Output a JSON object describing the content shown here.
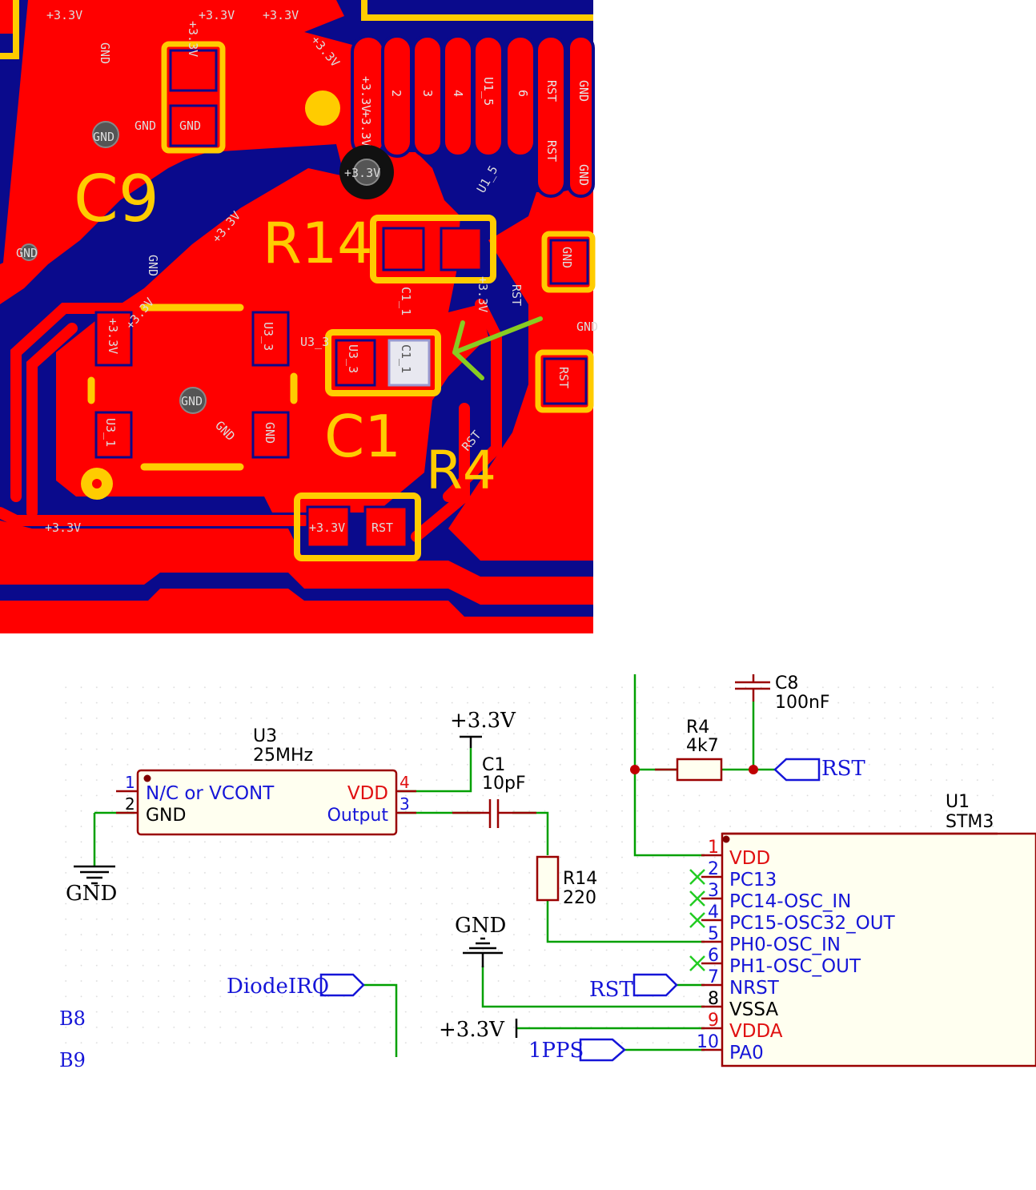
{
  "pcb": {
    "ref_c9": "C9",
    "ref_r14": "R14",
    "ref_c1": "C1",
    "ref_r4": "R4",
    "net_33v": "+3.3V",
    "net_gnd": "GND",
    "net_rst": "RST",
    "net_u1_5": "U1_5",
    "net_u3_3": "U3_3",
    "net_u3_1": "U3_1",
    "net_c1_1": "C1_1",
    "header_pins": [
      "+3.3V",
      "2",
      "3",
      "4",
      "U1_5",
      "6",
      "RST",
      "GND"
    ],
    "colors": {
      "copper": "#ff0000",
      "background": "#0a0a8c",
      "silkscreen": "#ffcc00",
      "highlight_arrow": "#88cc22"
    }
  },
  "schematic": {
    "u3": {
      "ref": "U3",
      "value": "25MHz",
      "pins": [
        {
          "num": "1",
          "name": "N/C or VCONT"
        },
        {
          "num": "2",
          "name": "GND"
        },
        {
          "num": "4",
          "name": "VDD"
        },
        {
          "num": "3",
          "name": "Output"
        }
      ]
    },
    "c1": {
      "ref": "C1",
      "value": "10pF"
    },
    "c8": {
      "ref": "C8",
      "value": "100nF"
    },
    "r4": {
      "ref": "R4",
      "value": "4k7"
    },
    "r14": {
      "ref": "R14",
      "value": "220"
    },
    "u1": {
      "ref": "U1",
      "value_partial": "STM3",
      "pins": [
        {
          "num": "1",
          "name": "VDD",
          "color": "red"
        },
        {
          "num": "2",
          "name": "PC13",
          "color": "blue"
        },
        {
          "num": "3",
          "name": "PC14-OSC_IN",
          "color": "blue"
        },
        {
          "num": "4",
          "name": "PC15-OSC32_OUT",
          "color": "blue"
        },
        {
          "num": "5",
          "name": "PH0-OSC_IN",
          "color": "blue"
        },
        {
          "num": "6",
          "name": "PH1-OSC_OUT",
          "color": "blue"
        },
        {
          "num": "7",
          "name": "NRST",
          "color": "blue"
        },
        {
          "num": "8",
          "name": "VSSA",
          "color": "black"
        },
        {
          "num": "9",
          "name": "VDDA",
          "color": "red"
        },
        {
          "num": "10",
          "name": "PA0",
          "color": "blue"
        }
      ]
    },
    "power_33v": "+3.3V",
    "power_gnd": "GND",
    "label_rst": "RST",
    "label_diodeirq": "DiodeIRQ",
    "label_1pps": "1PPS",
    "label_b8": "B8",
    "label_b9_partial": "B9",
    "colors": {
      "wire": "#00a000",
      "component": "#9a0000",
      "pin_name": "#1515d8",
      "power_pin": "#e01010"
    }
  }
}
